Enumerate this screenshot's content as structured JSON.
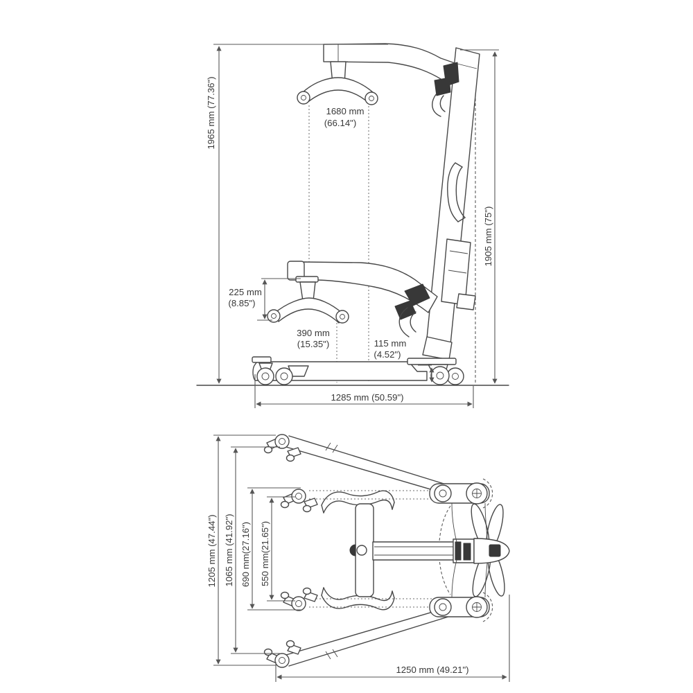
{
  "page": {
    "background": "#ffffff",
    "line_color": "#474747",
    "dimension_line_color": "#565656",
    "text_color": "#383838"
  },
  "figures": {
    "side_view": {
      "name": "patient-lift-side-view",
      "dimensions": {
        "overall_height": {
          "label": "1965 mm (77.36\")"
        },
        "hook_max_height": {
          "line1": "1680 mm",
          "line2": "(66.14\")"
        },
        "mast_height": {
          "label": "1905 mm (75\")"
        },
        "spreader_bar_height": {
          "line1": "225 mm",
          "line2": "(8.85\")"
        },
        "hook_min_height": {
          "line1": "390 mm",
          "line2": "(15.35\")"
        },
        "base_clearance": {
          "line1": "115 mm",
          "line2": "(4.52\")"
        },
        "base_length": {
          "label": "1285 mm (50.59\")"
        }
      }
    },
    "top_view": {
      "name": "patient-lift-top-view",
      "dimensions": {
        "overall_width_open": {
          "label": "1205 mm (47.44\")"
        },
        "caster_width_open": {
          "label": "1065 mm (41.92\")"
        },
        "leg_width_closed": {
          "label": "690 mm(27.16\")"
        },
        "caster_width_closed": {
          "label": "550 mm(21.65\")"
        },
        "base_length": {
          "label": "1250 mm (49.21\")"
        }
      }
    }
  }
}
